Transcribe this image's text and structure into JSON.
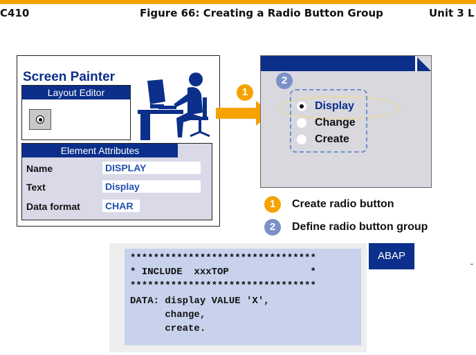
{
  "header": {
    "left": "C410",
    "center": "Figure 66: Creating a Radio Button Group",
    "right": "Unit 3 L"
  },
  "screen_painter": {
    "title": "Screen Painter",
    "layout_editor_title": "Layout Editor",
    "element_attributes_title": "Element Attributes",
    "attributes": [
      {
        "label": "Name",
        "value": "DISPLAY"
      },
      {
        "label": "Text",
        "value": "Display"
      },
      {
        "label": "Data format",
        "value": "CHAR"
      }
    ]
  },
  "runtime_screen": {
    "badge": "2",
    "options": [
      {
        "label": "Display",
        "selected": true
      },
      {
        "label": "Change",
        "selected": false
      },
      {
        "label": "Create",
        "selected": false
      }
    ]
  },
  "arrow_badge": "1",
  "legend": [
    {
      "num": "1",
      "text": "Create radio button",
      "color": "#f5a300"
    },
    {
      "num": "2",
      "text": "Define radio button group",
      "color": "#7b90c8"
    }
  ],
  "code": {
    "lines": [
      "********************************",
      "* INCLUDE  xxxTOP              *",
      "********************************",
      "DATA: display VALUE 'X',",
      "      change,",
      "      create."
    ],
    "tag": "ABAP"
  },
  "colors": {
    "accent_orange": "#f5a300",
    "sap_blue": "#0b2f8a",
    "light_blue": "#7b90c8"
  }
}
